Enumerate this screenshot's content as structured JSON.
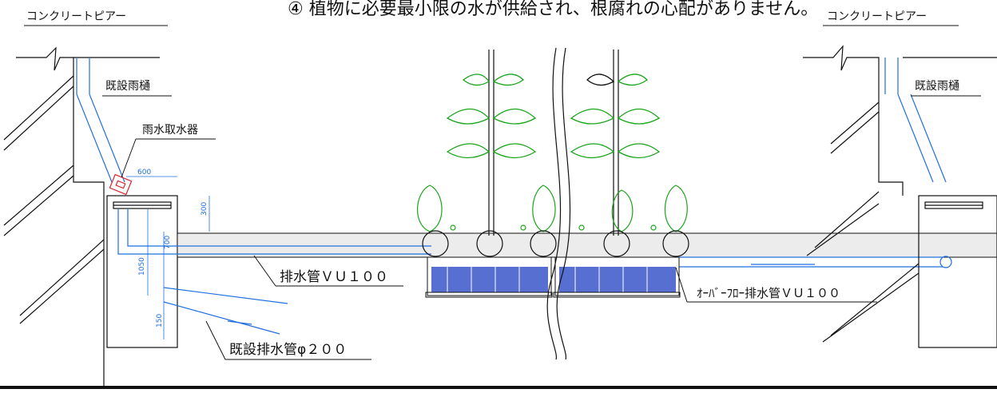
{
  "header": {
    "caption": "④ 植物に必要最小限の水が供給され、根腐れの心配がありません。"
  },
  "labels": {
    "concrete_pier_left": "コンクリートピアー",
    "concrete_pier_right": "コンクリートピアー",
    "existing_downspout_left": "既設雨樋",
    "existing_downspout_right": "既設雨樋",
    "rainwater_intake": "雨水取水器",
    "drain_pipe": "排水管ＶＵ１００",
    "overflow_pipe": "ｵｰﾊﾞｰﾌﾛｰ排水管ＶＵ１００",
    "existing_drain": "既設排水管φ２００"
  },
  "dimensions": {
    "d600": "600",
    "d300": "300",
    "d1050": "1050",
    "d700": "700",
    "d150": "150"
  },
  "colors": {
    "line": "#111111",
    "water_pipe": "#1f6fe0",
    "plant": "#1aa51a",
    "intake": "#d8262f",
    "tray_fill": "#3a56c9"
  }
}
